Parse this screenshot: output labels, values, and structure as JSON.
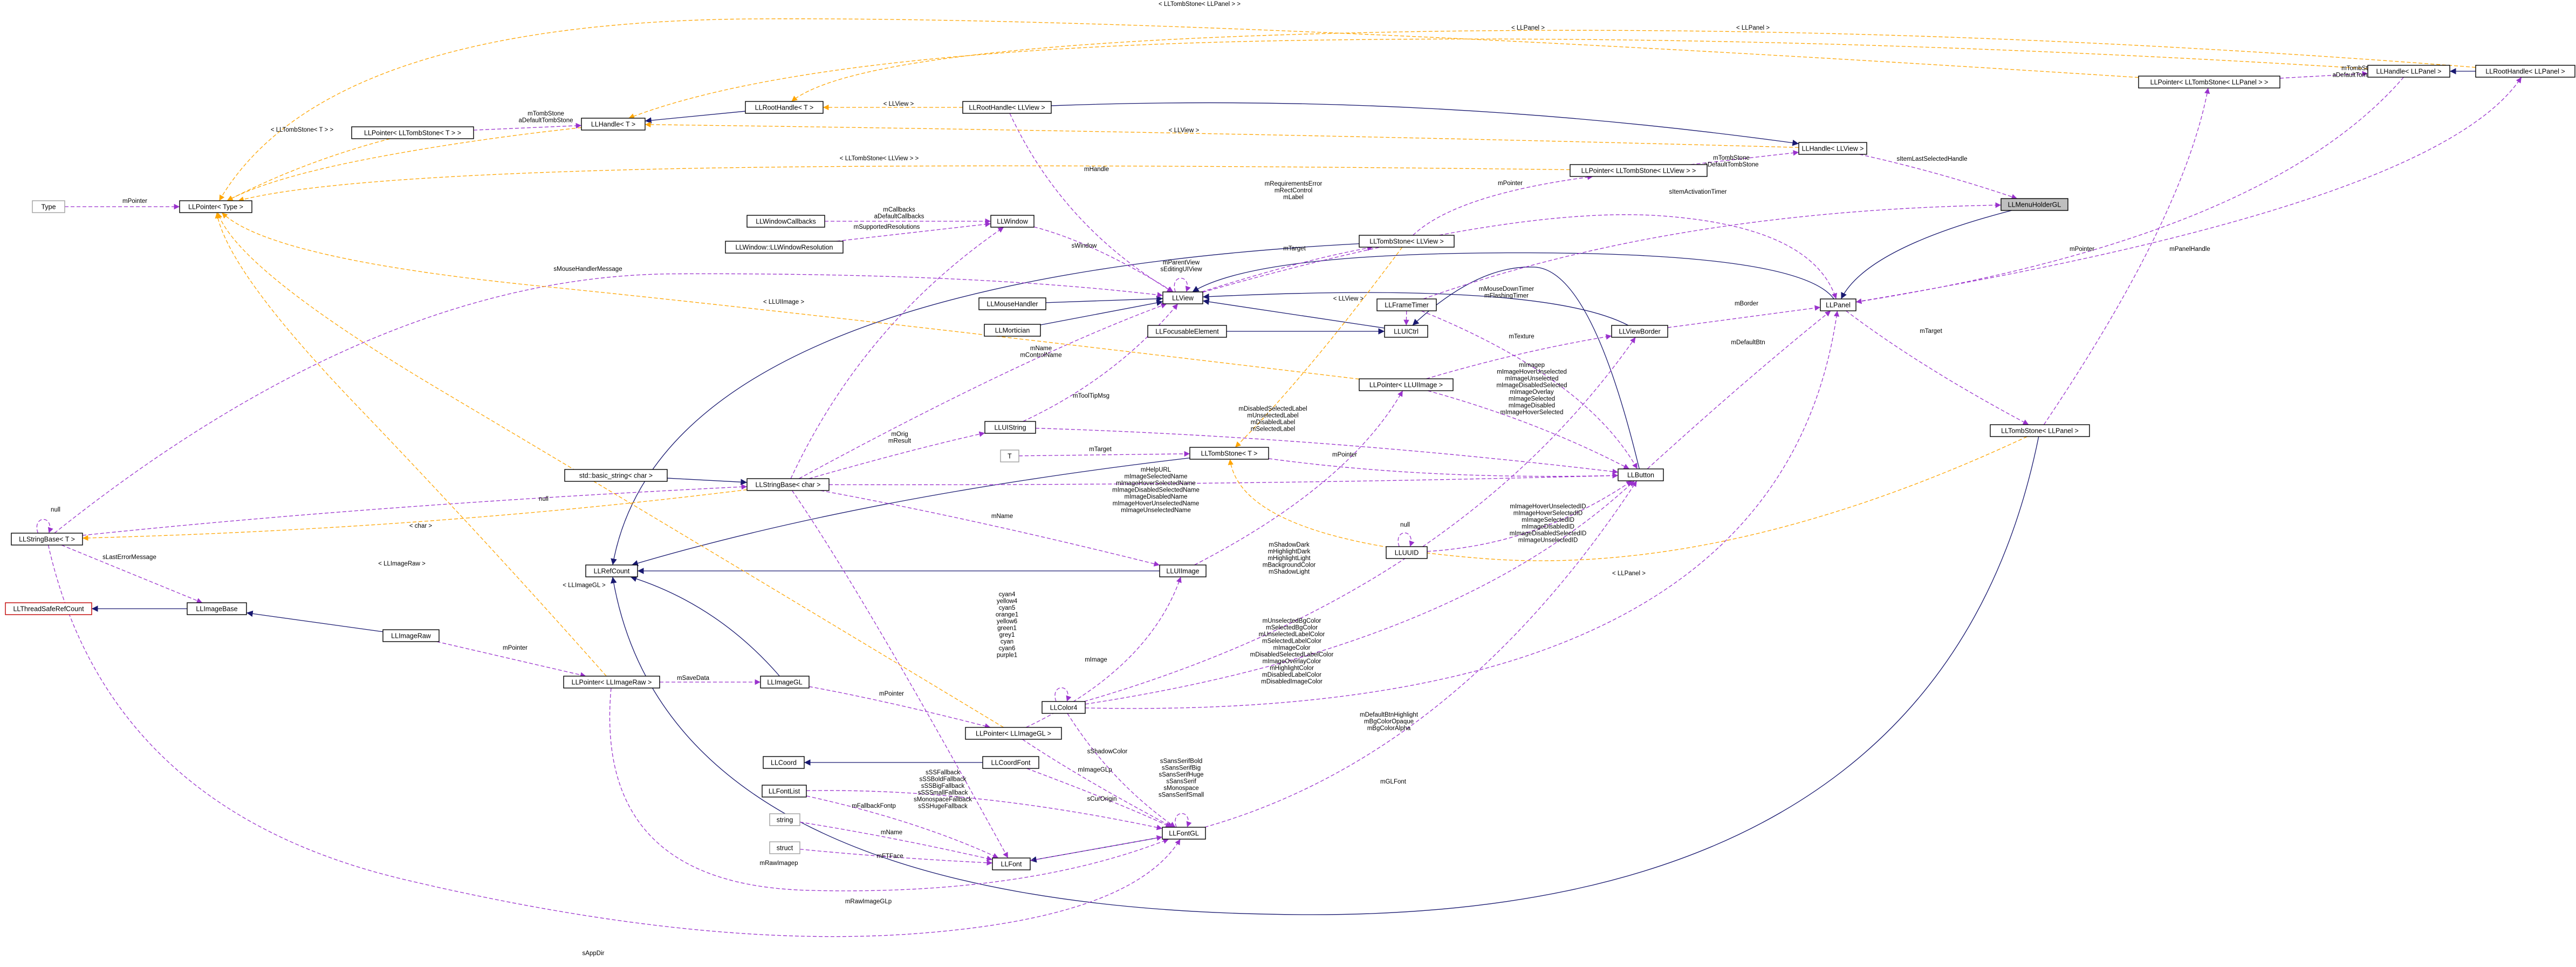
{
  "nodes": [
    {
      "id": "LLMenuHolderGL",
      "label": "LLMenuHolderGL",
      "style": "selected"
    },
    {
      "id": "LLPanel",
      "label": "LLPanel"
    },
    {
      "id": "LLHandleLLView",
      "label": "LLHandle< LLView >"
    },
    {
      "id": "LLRootHandleLLView",
      "label": "LLRootHandle< LLView >"
    },
    {
      "id": "LLRootHandleT",
      "label": "LLRootHandle< T >"
    },
    {
      "id": "LLHandleT",
      "label": "LLHandle< T >"
    },
    {
      "id": "LLPointerTombT",
      "label": "LLPointer< LLTombStone< T > >"
    },
    {
      "id": "LLPointerType",
      "label": "LLPointer< Type >"
    },
    {
      "id": "Type",
      "label": "Type",
      "style": "gray"
    },
    {
      "id": "LLHandleLLPanel",
      "label": "LLHandle< LLPanel >"
    },
    {
      "id": "LLRootHandleLLPanel",
      "label": "LLRootHandle< LLPanel >"
    },
    {
      "id": "LLPointerTombLLPanel",
      "label": "LLPointer< LLTombStone< LLPanel > >"
    },
    {
      "id": "LLPointerTombLLView",
      "label": "LLPointer< LLTombStone< LLView > >"
    },
    {
      "id": "LLTombStoneLLView",
      "label": "LLTombStone< LLView >"
    },
    {
      "id": "LLTombStoneLLPanel",
      "label": "LLTombStone< LLPanel >"
    },
    {
      "id": "LLWindowCallbacks",
      "label": "LLWindowCallbacks"
    },
    {
      "id": "LLWindowResolution",
      "label": "LLWindow::LLWindowResolution"
    },
    {
      "id": "LLWindow",
      "label": "LLWindow"
    },
    {
      "id": "LLView",
      "label": "LLView"
    },
    {
      "id": "LLMouseHandler",
      "label": "LLMouseHandler"
    },
    {
      "id": "LLMortician",
      "label": "LLMortician"
    },
    {
      "id": "LLFocusableElement",
      "label": "LLFocusableElement"
    },
    {
      "id": "LLUICtrl",
      "label": "LLUICtrl"
    },
    {
      "id": "LLFrameTimer",
      "label": "LLFrameTimer"
    },
    {
      "id": "LLViewBorder",
      "label": "LLViewBorder"
    },
    {
      "id": "LLPointerLLUIImage",
      "label": "LLPointer< LLUIImage >"
    },
    {
      "id": "LLUIString",
      "label": "LLUIString"
    },
    {
      "id": "LLTombStoneT",
      "label": "LLTombStone< T >"
    },
    {
      "id": "T",
      "label": "T",
      "style": "gray"
    },
    {
      "id": "stdbasicstring",
      "label": "std::basic_string< char >"
    },
    {
      "id": "LLStringBaseChar",
      "label": "LLStringBase< char >"
    },
    {
      "id": "LLStringBaseT",
      "label": "LLStringBase< T >"
    },
    {
      "id": "LLButton",
      "label": "LLButton"
    },
    {
      "id": "LLUUID",
      "label": "LLUUID"
    },
    {
      "id": "LLRefCount",
      "label": "LLRefCount"
    },
    {
      "id": "LLUIImage",
      "label": "LLUIImage"
    },
    {
      "id": "LLThreadSafeRefCount",
      "label": "LLThreadSafeRefCount",
      "style": "red"
    },
    {
      "id": "LLImageBase",
      "label": "LLImageBase"
    },
    {
      "id": "LLImageRaw",
      "label": "LLImageRaw"
    },
    {
      "id": "LLPointerLLImageRaw",
      "label": "LLPointer< LLImageRaw >"
    },
    {
      "id": "LLImageGL",
      "label": "LLImageGL"
    },
    {
      "id": "LLColor4",
      "label": "LLColor4"
    },
    {
      "id": "LLPointerLLImageGL",
      "label": "LLPointer< LLImageGL >"
    },
    {
      "id": "LLCoordFont",
      "label": "LLCoordFont"
    },
    {
      "id": "LLCoord",
      "label": "LLCoord"
    },
    {
      "id": "LLFontList",
      "label": "LLFontList"
    },
    {
      "id": "string",
      "label": "string",
      "style": "gray"
    },
    {
      "id": "struct",
      "label": "struct",
      "style": "gray"
    },
    {
      "id": "LLFont",
      "label": "LLFont"
    },
    {
      "id": "LLFontGL",
      "label": "LLFontGL"
    }
  ],
  "edge_labels": [
    {
      "id": "tombLLPanelHigh",
      "lines": [
        "< LLTombStone< LLPanel > >"
      ]
    },
    {
      "id": "llPanelA",
      "lines": [
        "< LLPanel >"
      ]
    },
    {
      "id": "llPanelB",
      "lines": [
        "< LLPanel >"
      ]
    },
    {
      "id": "mTombStone1",
      "lines": [
        "mTombStone",
        "aDefaultTombStone"
      ]
    },
    {
      "id": "mTombStone2",
      "lines": [
        "mTombStone",
        "aDefaultTombStone"
      ]
    },
    {
      "id": "mTombStone3",
      "lines": [
        "mTombStone",
        "aDefaultTombStone"
      ]
    },
    {
      "id": "tombT",
      "lines": [
        "< LLTombStone< T > >"
      ]
    },
    {
      "id": "llView1",
      "lines": [
        "< LLView >"
      ]
    },
    {
      "id": "llView2",
      "lines": [
        "< LLView >"
      ]
    },
    {
      "id": "mPointer1",
      "lines": [
        "mPointer"
      ]
    },
    {
      "id": "tombLLView",
      "lines": [
        "< LLTombStone< LLView > >"
      ]
    },
    {
      "id": "itemLastSelectedHandle",
      "lines": [
        "sItemLastSelectedHandle"
      ]
    },
    {
      "id": "mPointer2",
      "lines": [
        "mPointer"
      ]
    },
    {
      "id": "mRequirementsError",
      "lines": [
        "mRequirementsError",
        "mRectControl",
        "mLabel"
      ]
    },
    {
      "id": "itemActivationTimer",
      "lines": [
        "sItemActivationTimer"
      ]
    },
    {
      "id": "mHandle",
      "lines": [
        "mHandle"
      ]
    },
    {
      "id": "mCallbacks",
      "lines": [
        "mCallbacks",
        "aDefaultCallbacks"
      ]
    },
    {
      "id": "mSupportedResolutions",
      "lines": [
        "mSupportedResolutions"
      ]
    },
    {
      "id": "mWindow",
      "lines": [
        "sWindow"
      ]
    },
    {
      "id": "mTarget1",
      "lines": [
        "mTarget"
      ]
    },
    {
      "id": "mPointer3",
      "lines": [
        "mPointer"
      ]
    },
    {
      "id": "mPanelHandle",
      "lines": [
        "mPanelHandle"
      ]
    },
    {
      "id": "mParentView",
      "lines": [
        "mParentView",
        "sEditingUIView"
      ]
    },
    {
      "id": "mouseHandlerMessage",
      "lines": [
        "sMouseHandlerMessage"
      ]
    },
    {
      "id": "llViewPlain",
      "lines": [
        "< LLView >"
      ]
    },
    {
      "id": "mMouseDownTimer",
      "lines": [
        "mMouseDownTimer",
        "mFlashingTimer"
      ]
    },
    {
      "id": "mBorder",
      "lines": [
        "mBorder"
      ]
    },
    {
      "id": "llUIImage",
      "lines": [
        "< LLUIImage >"
      ]
    },
    {
      "id": "mTexture",
      "lines": [
        "mTexture"
      ]
    },
    {
      "id": "mDefaultBtn",
      "lines": [
        "mDefaultBtn"
      ]
    },
    {
      "id": "mTarget2",
      "lines": [
        "mTarget"
      ]
    },
    {
      "id": "mName1",
      "lines": [
        "mName",
        "mControlName"
      ]
    },
    {
      "id": "mToolTipMsg",
      "lines": [
        "mToolTipMsg"
      ]
    },
    {
      "id": "mImages",
      "lines": [
        "mImagep",
        "mImageHoverUnselected",
        "mImageUnselected",
        "mImageDisabledSelected",
        "mImageOverlay",
        "mImageSelected",
        "mImageDisabled",
        "mImageHoverSelected"
      ]
    },
    {
      "id": "mDisabledSelectedLabel",
      "lines": [
        "mDisabledSelectedLabel",
        "mUnselectedLabel",
        "mDisabledLabel",
        "mSelectedLabel"
      ]
    },
    {
      "id": "mOrig",
      "lines": [
        "mOrig",
        "mResult"
      ]
    },
    {
      "id": "mTarget3",
      "lines": [
        "mTarget"
      ]
    },
    {
      "id": "mPointer4",
      "lines": [
        "mPointer"
      ]
    },
    {
      "id": "mHelpURL",
      "lines": [
        "mHelpURL",
        "mImageSelectedName",
        "mImageHoverSelectedName",
        "mImageDisabledSelectedName",
        "mImageDisabledName",
        "mImageHoverUnselectedName",
        "mImageUnselectedName"
      ]
    },
    {
      "id": "null1",
      "lines": [
        "null"
      ]
    },
    {
      "id": "null2",
      "lines": [
        "null"
      ]
    },
    {
      "id": "charLbl",
      "lines": [
        "< char >"
      ]
    },
    {
      "id": "mImageIDs",
      "lines": [
        "mImageHoverUnselectedID",
        "mImageHoverSelectedID",
        "mImageSelectedID",
        "mImageDisabledID",
        "mImageDisabledSelectedID",
        "mImageUnselectedID"
      ]
    },
    {
      "id": "null3",
      "lines": [
        "null"
      ]
    },
    {
      "id": "mName2",
      "lines": [
        "mName"
      ]
    },
    {
      "id": "llPanelC",
      "lines": [
        "< LLPanel >"
      ]
    },
    {
      "id": "mShadowDark",
      "lines": [
        "mShadowDark",
        "mHighlightDark",
        "mHighlightLight",
        "mBackgroundColor",
        "mShadowLight"
      ]
    },
    {
      "id": "lastErrorMessage",
      "lines": [
        "sLastErrorMessage"
      ]
    },
    {
      "id": "llImageGL",
      "lines": [
        "< LLImageGL >"
      ]
    },
    {
      "id": "llImageRaw",
      "lines": [
        "< LLImageRaw >"
      ]
    },
    {
      "id": "colors",
      "lines": [
        "cyan4",
        "yellow4",
        "cyan5",
        "orange1",
        "yellow6",
        "green1",
        "grey1",
        "cyan",
        "cyan6",
        "purple1"
      ]
    },
    {
      "id": "mUnselectedBgColor",
      "lines": [
        "mUnselectedBgColor",
        "mSelectedBgColor",
        "mUnselectedLabelColor",
        "mSelectedLabelColor",
        "mImageColor",
        "mDisabledSelectedLabelColor",
        "mImageOverlayColor",
        "mHighlightColor",
        "mDisabledLabelColor",
        "mDisabledImageColor"
      ]
    },
    {
      "id": "mPointer5",
      "lines": [
        "mPointer"
      ]
    },
    {
      "id": "mSaveData",
      "lines": [
        "mSaveData"
      ]
    },
    {
      "id": "mImage",
      "lines": [
        "mImage"
      ]
    },
    {
      "id": "mPointer6",
      "lines": [
        "mPointer"
      ]
    },
    {
      "id": "mDefaultBtnHighlight",
      "lines": [
        "mDefaultBtnHighlight",
        "mBgColorOpaque",
        "mBgColorAlpha"
      ]
    },
    {
      "id": "shadowColor",
      "lines": [
        "sShadowColor"
      ]
    },
    {
      "id": "mImageGLp",
      "lines": [
        "mImageGLp"
      ]
    },
    {
      "id": "sSSFallback",
      "lines": [
        "sSSFallback",
        "sSSBoldFallback",
        "sSSBigFallback",
        "sSSSmallFallback",
        "sMonospaceFallback",
        "sSSHugeFallback"
      ]
    },
    {
      "id": "sansSerif",
      "lines": [
        "sSansSerifBold",
        "sSansSerifBig",
        "sSansSerifHuge",
        "sSansSerif",
        "sMonospace",
        "sSansSerifSmall"
      ]
    },
    {
      "id": "curOrigin",
      "lines": [
        "sCurOrigin"
      ]
    },
    {
      "id": "mFallbackFontp",
      "lines": [
        "mFallbackFontp"
      ]
    },
    {
      "id": "mGLFont",
      "lines": [
        "mGLFont"
      ]
    },
    {
      "id": "mName3",
      "lines": [
        "mName"
      ]
    },
    {
      "id": "mFTFace",
      "lines": [
        "mFTFace"
      ]
    },
    {
      "id": "mRawImagep",
      "lines": [
        "mRawImagep"
      ]
    },
    {
      "id": "mRawImageGLp",
      "lines": [
        "mRawImageGLp"
      ]
    },
    {
      "id": "appDir",
      "lines": [
        "sAppDir"
      ]
    }
  ]
}
